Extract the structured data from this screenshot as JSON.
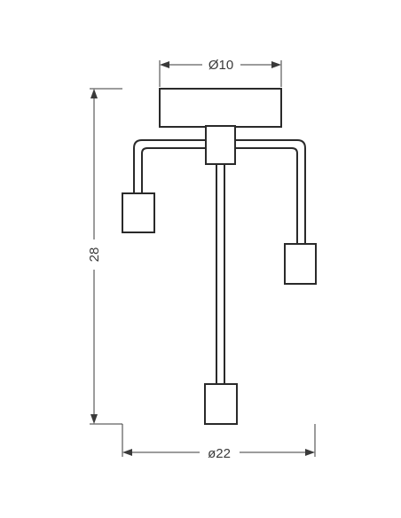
{
  "dimensions": {
    "top_diameter": "Ø10",
    "bottom_diameter": "ø22",
    "height": "28"
  },
  "colors": {
    "line": "#2a2a2a",
    "dimension": "#3a3a3a",
    "background": "#ffffff"
  }
}
